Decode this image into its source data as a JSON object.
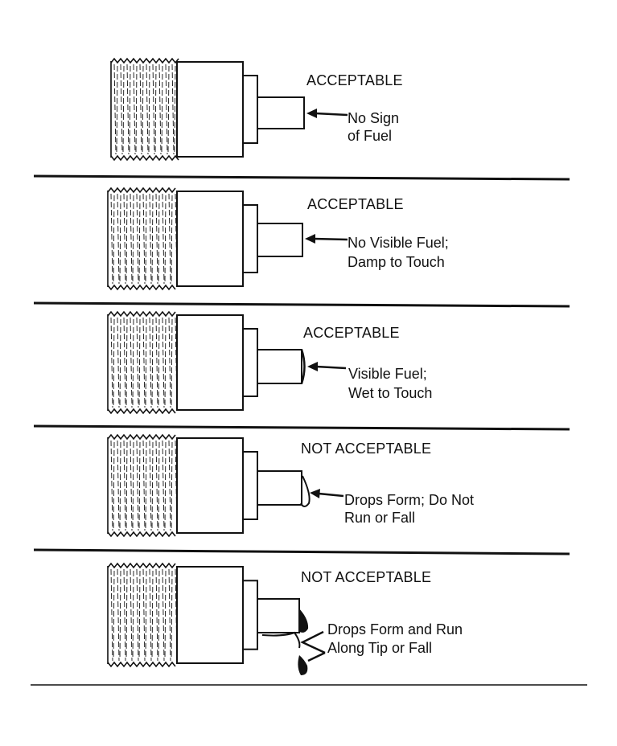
{
  "panels": [
    {
      "status": "ACCEPTABLE",
      "note_line1": "No Sign",
      "note_line2": "of Fuel",
      "condition": "dry"
    },
    {
      "status": "ACCEPTABLE",
      "note_line1": "No Visible Fuel;",
      "note_line2": "Damp to Touch",
      "condition": "damp"
    },
    {
      "status": "ACCEPTABLE",
      "note_line1": "Visible Fuel;",
      "note_line2": "Wet to Touch",
      "condition": "wet"
    },
    {
      "status": "NOT ACCEPTABLE",
      "note_line1": "Drops Form; Do Not",
      "note_line2": "Run or Fall",
      "condition": "drops"
    },
    {
      "status": "NOT ACCEPTABLE",
      "note_line1": "Drops Form and Run",
      "note_line2": "Along Tip or Fall",
      "condition": "running"
    }
  ],
  "colors": {
    "ink": "#111111",
    "paper": "#ffffff"
  }
}
